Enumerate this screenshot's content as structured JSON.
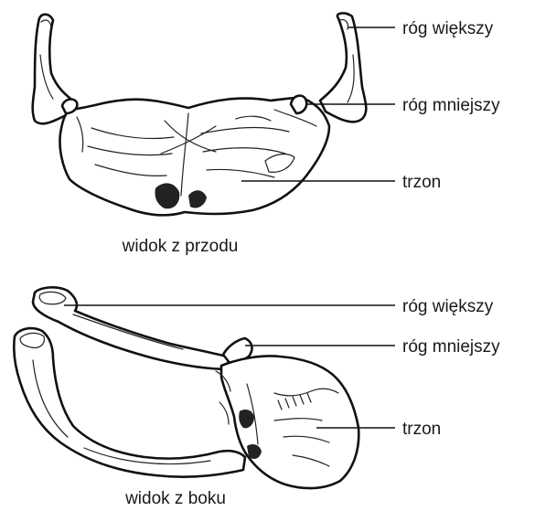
{
  "front_view": {
    "caption": "widok z przodu",
    "labels": {
      "greater_horn": "róg większy",
      "lesser_horn": "róg mniejszy",
      "body": "trzon"
    }
  },
  "side_view": {
    "caption": "widok z boku",
    "labels": {
      "greater_horn": "róg większy",
      "lesser_horn": "róg mniejszy",
      "body": "trzon"
    }
  },
  "colors": {
    "ink": "#111111",
    "paper": "#ffffff"
  }
}
